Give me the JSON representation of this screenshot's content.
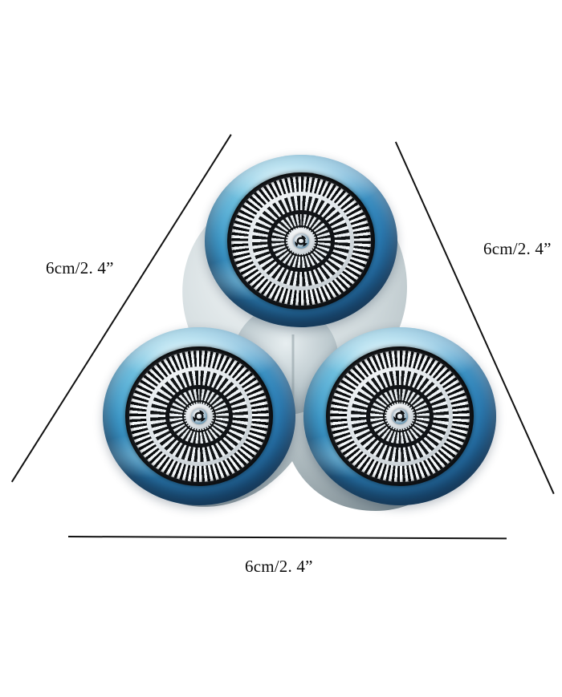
{
  "scene": {
    "background_color": "#ffffff",
    "subject": "three-head electric shaver replacement cutter assembly",
    "view": "top-down product photo with dimension callouts"
  },
  "dimensions": {
    "left": {
      "label": "6cm/2. 4”",
      "name": "left-dimension"
    },
    "right": {
      "label": "6cm/2. 4”",
      "name": "right-dimension"
    },
    "bottom": {
      "label": "6cm/2. 4”",
      "name": "bottom-dimension"
    }
  },
  "product": {
    "head_count": 3,
    "heads": [
      {
        "id": "top",
        "label": "top-shaver-head"
      },
      {
        "id": "bottom-left",
        "label": "bottom-left-shaver-head"
      },
      {
        "id": "bottom-right",
        "label": "bottom-right-shaver-head"
      }
    ],
    "blades_per_head": 3
  },
  "colors": {
    "bezel_highlight": "#b5e4f3",
    "bezel_mid": "#3f9ccd",
    "bezel_deep": "#1d5a8e",
    "bezel_shadow": "#143c60",
    "chassis_silver": "#b8c4c8",
    "cutter_silver": "#e3e7ea",
    "cutter_dark": "#0a0c0e",
    "line_color": "#111111",
    "label_color": "#0d0d0d"
  }
}
